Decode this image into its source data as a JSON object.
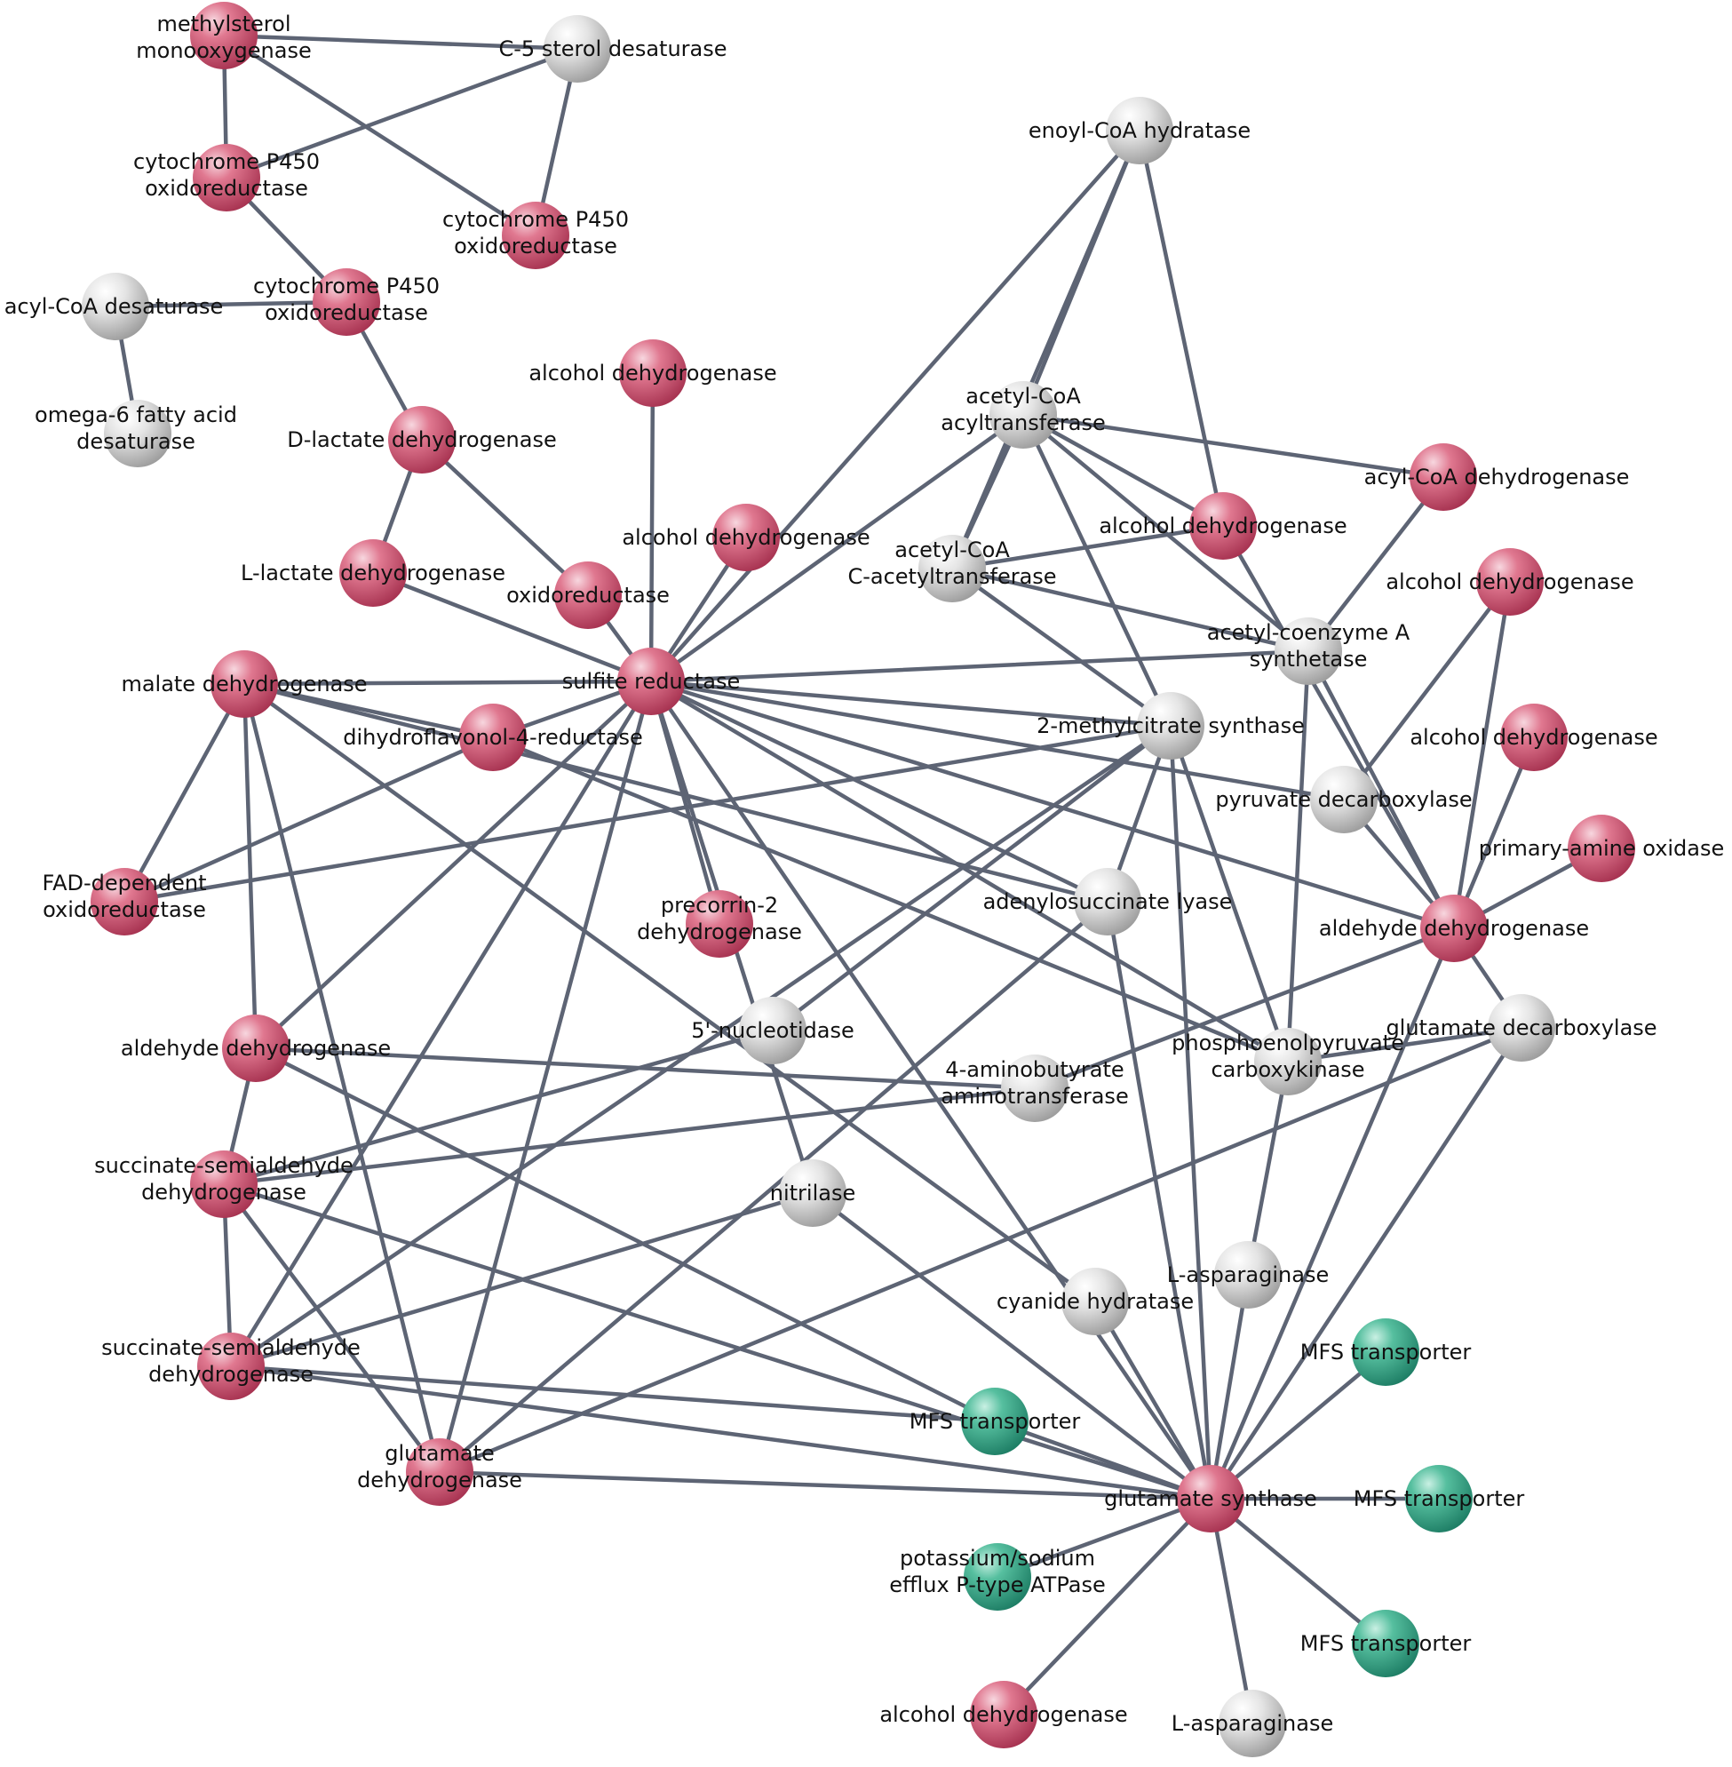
{
  "colors": {
    "enzyme_red": "#c44a66",
    "enzyme_grey": "#c9c9c9",
    "transporter_green": "#2f9f82",
    "edge": "#5d6474",
    "background": "#ffffff"
  },
  "nodes": [
    {
      "id": "methylsterol",
      "type": "red",
      "label": [
        "methylsterol",
        "monooxygenase"
      ]
    },
    {
      "id": "c5sterol",
      "type": "grey",
      "label": [
        "C-5 sterol desaturase"
      ]
    },
    {
      "id": "cytp450a",
      "type": "red",
      "label": [
        "cytochrome P450",
        "oxidoreductase"
      ]
    },
    {
      "id": "cytp450b",
      "type": "red",
      "label": [
        "cytochrome P450",
        "oxidoreductase"
      ]
    },
    {
      "id": "cytp450c",
      "type": "red",
      "label": [
        "cytochrome P450",
        "oxidoreductase"
      ]
    },
    {
      "id": "acylcoadesat",
      "type": "grey",
      "label": [
        "acyl-CoA desaturase"
      ]
    },
    {
      "id": "omega6",
      "type": "grey",
      "label": [
        "omega-6 fatty acid",
        "desaturase"
      ]
    },
    {
      "id": "dlactate",
      "type": "red",
      "label": [
        "D-lactate dehydrogenase"
      ]
    },
    {
      "id": "adh_top",
      "type": "red",
      "label": [
        "alcohol dehydrogenase"
      ]
    },
    {
      "id": "llactate",
      "type": "red",
      "label": [
        "L-lactate dehydrogenase"
      ]
    },
    {
      "id": "oxidored",
      "type": "red",
      "label": [
        "oxidoreductase"
      ]
    },
    {
      "id": "adh_mid",
      "type": "red",
      "label": [
        "alcohol dehydrogenase"
      ]
    },
    {
      "id": "enoylcoa",
      "type": "grey",
      "label": [
        "enoyl-CoA hydratase"
      ]
    },
    {
      "id": "acylcoaacyl",
      "type": "grey",
      "label": [
        "acetyl-CoA",
        "acyltransferase"
      ]
    },
    {
      "id": "acylcoadh",
      "type": "red",
      "label": [
        "acyl-CoA dehydrogenase"
      ]
    },
    {
      "id": "adh_center",
      "type": "red",
      "label": [
        "alcohol dehydrogenase"
      ]
    },
    {
      "id": "acetylcoac",
      "type": "grey",
      "label": [
        "acetyl-CoA",
        "C-acetyltransferase"
      ]
    },
    {
      "id": "adh_right1",
      "type": "red",
      "label": [
        "alcohol dehydrogenase"
      ]
    },
    {
      "id": "acetylcoasyn",
      "type": "grey",
      "label": [
        "acetyl-coenzyme A",
        "synthetase"
      ]
    },
    {
      "id": "malate",
      "type": "red",
      "label": [
        "malate dehydrogenase"
      ]
    },
    {
      "id": "sulfite",
      "type": "red",
      "label": [
        "sulfite reductase"
      ]
    },
    {
      "id": "dihydroflav",
      "type": "red",
      "label": [
        "dihydroflavonol-4-reductase"
      ]
    },
    {
      "id": "methylcitrate",
      "type": "grey",
      "label": [
        "2-methylcitrate synthase"
      ]
    },
    {
      "id": "adh_right2",
      "type": "red",
      "label": [
        "alcohol dehydrogenase"
      ]
    },
    {
      "id": "pyruvate",
      "type": "grey",
      "label": [
        "pyruvate decarboxylase"
      ]
    },
    {
      "id": "primaryamine",
      "type": "red",
      "label": [
        "primary-amine oxidase"
      ]
    },
    {
      "id": "fad",
      "type": "red",
      "label": [
        "FAD-dependent",
        "oxidoreductase"
      ]
    },
    {
      "id": "precorrin",
      "type": "red",
      "label": [
        "precorrin-2",
        "dehydrogenase"
      ]
    },
    {
      "id": "adenylo",
      "type": "grey",
      "label": [
        "adenylosuccinate lyase"
      ]
    },
    {
      "id": "aldh_right",
      "type": "red",
      "label": [
        "aldehyde dehydrogenase"
      ]
    },
    {
      "id": "nucleotidase",
      "type": "grey",
      "label": [
        "5'-nucleotidase"
      ]
    },
    {
      "id": "glutdecarb",
      "type": "grey",
      "label": [
        "glutamate decarboxylase"
      ]
    },
    {
      "id": "aldh_left",
      "type": "red",
      "label": [
        "aldehyde dehydrogenase"
      ]
    },
    {
      "id": "gaba",
      "type": "grey",
      "label": [
        "4-aminobutyrate",
        "aminotransferase"
      ]
    },
    {
      "id": "pepck",
      "type": "grey",
      "label": [
        "phosphoenolpyruvate",
        "carboxykinase"
      ]
    },
    {
      "id": "ssadh1",
      "type": "red",
      "label": [
        "succinate-semialdehyde",
        "dehydrogenase"
      ]
    },
    {
      "id": "nitrilase",
      "type": "grey",
      "label": [
        "nitrilase"
      ]
    },
    {
      "id": "lasp1",
      "type": "grey",
      "label": [
        "L-asparaginase"
      ]
    },
    {
      "id": "cyanide",
      "type": "grey",
      "label": [
        "cyanide hydratase"
      ]
    },
    {
      "id": "mfs1",
      "type": "green",
      "label": [
        "MFS transporter"
      ]
    },
    {
      "id": "ssadh2",
      "type": "red",
      "label": [
        "succinate-semialdehyde",
        "dehydrogenase"
      ]
    },
    {
      "id": "mfs2",
      "type": "green",
      "label": [
        "MFS transporter"
      ]
    },
    {
      "id": "glutdh",
      "type": "red",
      "label": [
        "glutamate",
        "dehydrogenase"
      ]
    },
    {
      "id": "glutsyn",
      "type": "red",
      "label": [
        "glutamate synthase"
      ]
    },
    {
      "id": "mfs3",
      "type": "green",
      "label": [
        "MFS transporter"
      ]
    },
    {
      "id": "potassium",
      "type": "green",
      "label": [
        "potassium/sodium",
        "efflux P-type ATPase"
      ]
    },
    {
      "id": "mfs4",
      "type": "green",
      "label": [
        "MFS transporter"
      ]
    },
    {
      "id": "adh_bottom",
      "type": "red",
      "label": [
        "alcohol dehydrogenase"
      ]
    },
    {
      "id": "lasp2",
      "type": "grey",
      "label": [
        "L-asparaginase"
      ]
    }
  ],
  "edges": [
    [
      "methylsterol",
      "c5sterol"
    ],
    [
      "methylsterol",
      "cytp450a"
    ],
    [
      "methylsterol",
      "cytp450b"
    ],
    [
      "c5sterol",
      "cytp450a"
    ],
    [
      "c5sterol",
      "cytp450b"
    ],
    [
      "cytp450a",
      "cytp450c"
    ],
    [
      "acylcoadesat",
      "cytp450c"
    ],
    [
      "acylcoadesat",
      "omega6"
    ],
    [
      "cytp450c",
      "dlactate"
    ],
    [
      "dlactate",
      "llactate"
    ],
    [
      "dlactate",
      "oxidored"
    ],
    [
      "llactate",
      "sulfite"
    ],
    [
      "oxidored",
      "sulfite"
    ],
    [
      "adh_top",
      "sulfite"
    ],
    [
      "adh_mid",
      "sulfite"
    ],
    [
      "enoylcoa",
      "sulfite"
    ],
    [
      "enoylcoa",
      "acylcoaacyl"
    ],
    [
      "enoylcoa",
      "acetylcoac"
    ],
    [
      "enoylcoa",
      "adh_center"
    ],
    [
      "acylcoaacyl",
      "sulfite"
    ],
    [
      "acylcoaacyl",
      "acetylcoac"
    ],
    [
      "acylcoaacyl",
      "adh_center"
    ],
    [
      "acylcoaacyl",
      "acylcoadh"
    ],
    [
      "acylcoaacyl",
      "methylcitrate"
    ],
    [
      "acylcoaacyl",
      "acetylcoasyn"
    ],
    [
      "acetylcoac",
      "adh_center"
    ],
    [
      "acetylcoac",
      "acetylcoasyn"
    ],
    [
      "acetylcoac",
      "methylcitrate"
    ],
    [
      "acylcoadh",
      "acetylcoasyn"
    ],
    [
      "adh_center",
      "aldh_right"
    ],
    [
      "acetylcoasyn",
      "sulfite"
    ],
    [
      "acetylcoasyn",
      "aldh_right"
    ],
    [
      "acetylcoasyn",
      "pepck"
    ],
    [
      "adh_right1",
      "pyruvate"
    ],
    [
      "adh_right1",
      "aldh_right"
    ],
    [
      "adh_right2",
      "aldh_right"
    ],
    [
      "primaryamine",
      "aldh_right"
    ],
    [
      "pyruvate",
      "aldh_right"
    ],
    [
      "aldh_right",
      "glutdecarb"
    ],
    [
      "aldh_right",
      "gaba"
    ],
    [
      "aldh_right",
      "glutsyn"
    ],
    [
      "malate",
      "sulfite"
    ],
    [
      "malate",
      "dihydroflav"
    ],
    [
      "malate",
      "fad"
    ],
    [
      "malate",
      "aldh_left"
    ],
    [
      "malate",
      "glutdh"
    ],
    [
      "malate",
      "adenylo"
    ],
    [
      "malate",
      "cyanide"
    ],
    [
      "sulfite",
      "dihydroflav"
    ],
    [
      "sulfite",
      "methylcitrate"
    ],
    [
      "sulfite",
      "pyruvate"
    ],
    [
      "sulfite",
      "precorrin"
    ],
    [
      "sulfite",
      "adenylo"
    ],
    [
      "sulfite",
      "aldh_right"
    ],
    [
      "sulfite",
      "pepck"
    ],
    [
      "sulfite",
      "aldh_left"
    ],
    [
      "sulfite",
      "ssadh2"
    ],
    [
      "sulfite",
      "glutdh"
    ],
    [
      "sulfite",
      "nitrilase"
    ],
    [
      "sulfite",
      "glutsyn"
    ],
    [
      "dihydroflav",
      "fad"
    ],
    [
      "dihydroflav",
      "pepck"
    ],
    [
      "fad",
      "methylcitrate"
    ],
    [
      "methylcitrate",
      "nucleotidase"
    ],
    [
      "methylcitrate",
      "adenylo"
    ],
    [
      "methylcitrate",
      "pepck"
    ],
    [
      "methylcitrate",
      "glutsyn"
    ],
    [
      "methylcitrate",
      "ssadh2"
    ],
    [
      "adenylo",
      "glutdh"
    ],
    [
      "adenylo",
      "glutsyn"
    ],
    [
      "nucleotidase",
      "ssadh1"
    ],
    [
      "aldh_left",
      "gaba"
    ],
    [
      "aldh_left",
      "ssadh1"
    ],
    [
      "aldh_left",
      "mfs1"
    ],
    [
      "gaba",
      "ssadh1"
    ],
    [
      "pepck",
      "glutdecarb"
    ],
    [
      "pepck",
      "lasp1"
    ],
    [
      "glutdecarb",
      "glutdh"
    ],
    [
      "glutdecarb",
      "glutsyn"
    ],
    [
      "ssadh1",
      "ssadh2"
    ],
    [
      "ssadh1",
      "glutdh"
    ],
    [
      "ssadh1",
      "glutsyn"
    ],
    [
      "ssadh2",
      "nitrilase"
    ],
    [
      "ssadh2",
      "mfs1"
    ],
    [
      "ssadh2",
      "glutsyn"
    ],
    [
      "glutdh",
      "glutsyn"
    ],
    [
      "nitrilase",
      "glutsyn"
    ],
    [
      "cyanide",
      "glutsyn"
    ],
    [
      "lasp1",
      "glutsyn"
    ],
    [
      "mfs1",
      "glutsyn"
    ],
    [
      "mfs2",
      "glutsyn"
    ],
    [
      "mfs3",
      "glutsyn"
    ],
    [
      "mfs4",
      "glutsyn"
    ],
    [
      "potassium",
      "glutsyn"
    ],
    [
      "adh_bottom",
      "glutsyn"
    ],
    [
      "lasp2",
      "glutsyn"
    ]
  ]
}
